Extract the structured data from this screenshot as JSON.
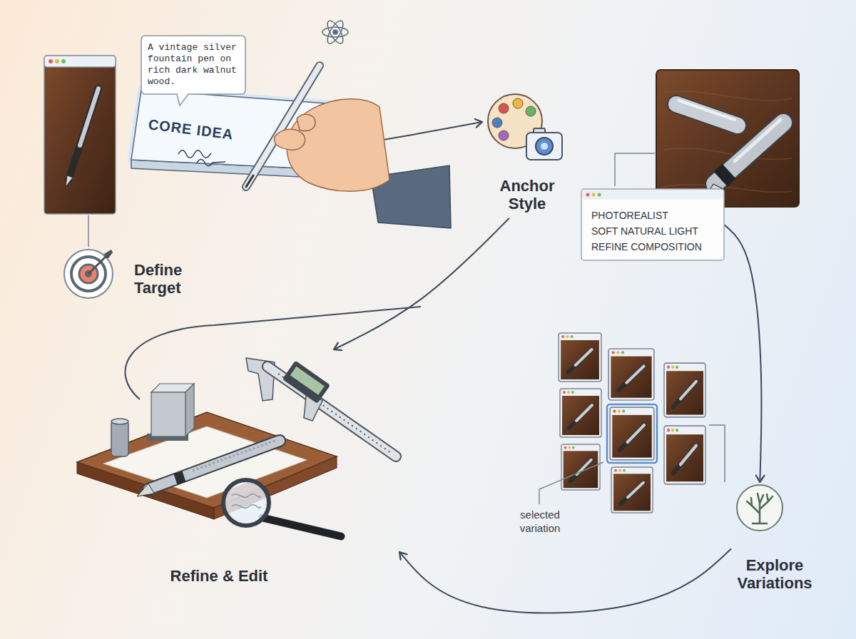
{
  "diagram": {
    "nodes": [
      {
        "text": [
          "A vintage silver fountain pen on rich dark walnut wood."
        ]
      },
      {
        "text": [
          "CORE IDEA"
        ]
      },
      {
        "text": [
          "Define Target"
        ]
      },
      {
        "text": [
          "Anchor Style"
        ]
      },
      {
        "text": [
          "PHOTOREALIST",
          "SOFT NATURAL LIGHT",
          "REFINE COMPOSITION"
        ]
      },
      {
        "text": [
          "Explore Variations"
        ]
      },
      {
        "text": [
          "Refine & Edit"
        ]
      }
    ],
    "edges": [
      {
        "from": 1,
        "to": 3,
        "arrow": "to"
      },
      {
        "from": 3,
        "to": 6,
        "arrow": "to"
      },
      {
        "from": 4,
        "to": 5,
        "arrow": "to"
      },
      {
        "from": 5,
        "to": 6,
        "arrow": "to"
      }
    ],
    "labels": [
      "selected variation"
    ]
  }
}
